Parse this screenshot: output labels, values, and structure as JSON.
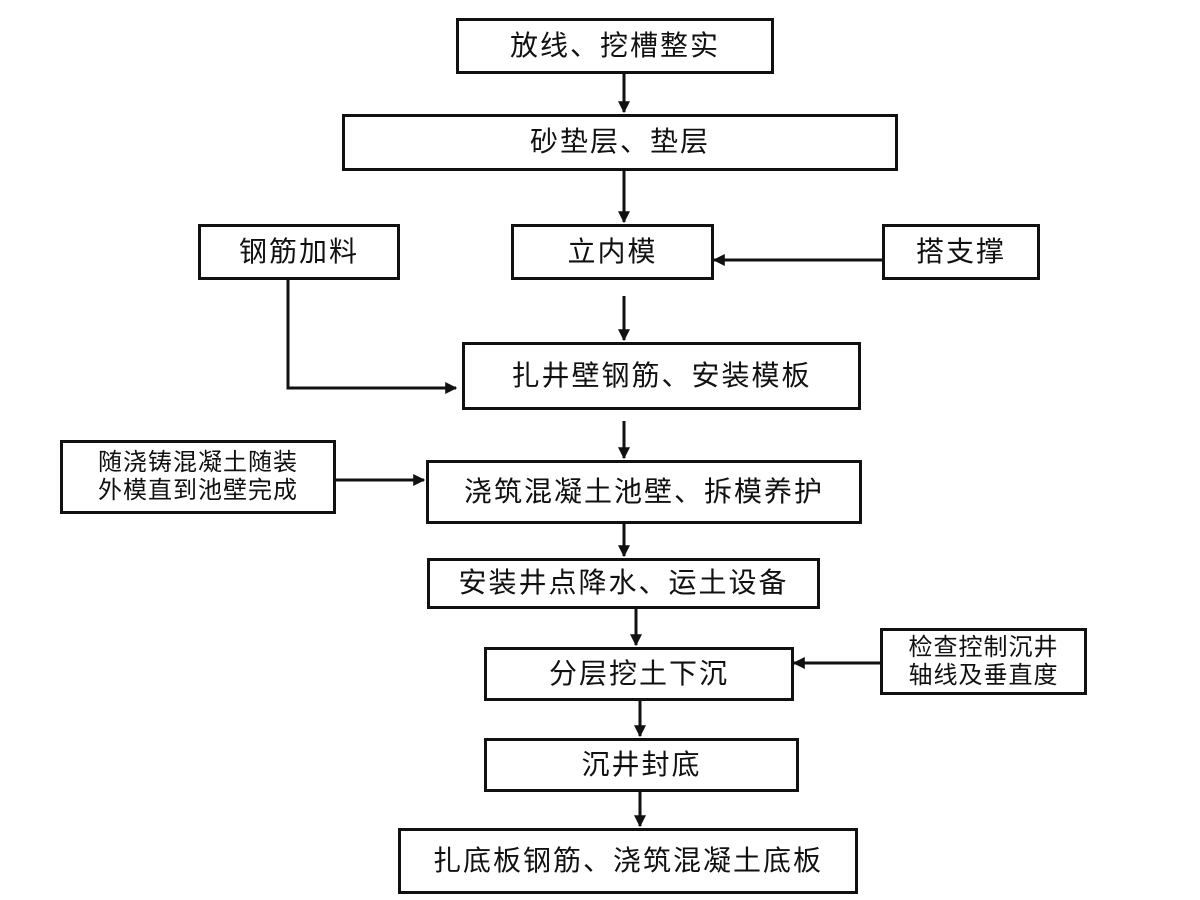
{
  "main_steps": {
    "step1": "放线、挖槽整实",
    "step2": "砂垫层、垫层",
    "step3": "立内模",
    "step4": "扎井壁钢筋、安装模板",
    "step5": "浇筑混凝土池壁、拆模养护",
    "step6": "安装井点降水、运土设备",
    "step7": "分层挖土下沉",
    "step8": "沉井封底",
    "step9": "扎底板钢筋、浇筑混凝土底板"
  },
  "side_inputs": {
    "rebar": "钢筋加料",
    "support": "搭支撑",
    "formwork_line1": "随浇铸混凝土随装",
    "formwork_line2": "外模直到池壁完成",
    "check_line1": "检查控制沉井",
    "check_line2": "轴线及垂直度"
  }
}
